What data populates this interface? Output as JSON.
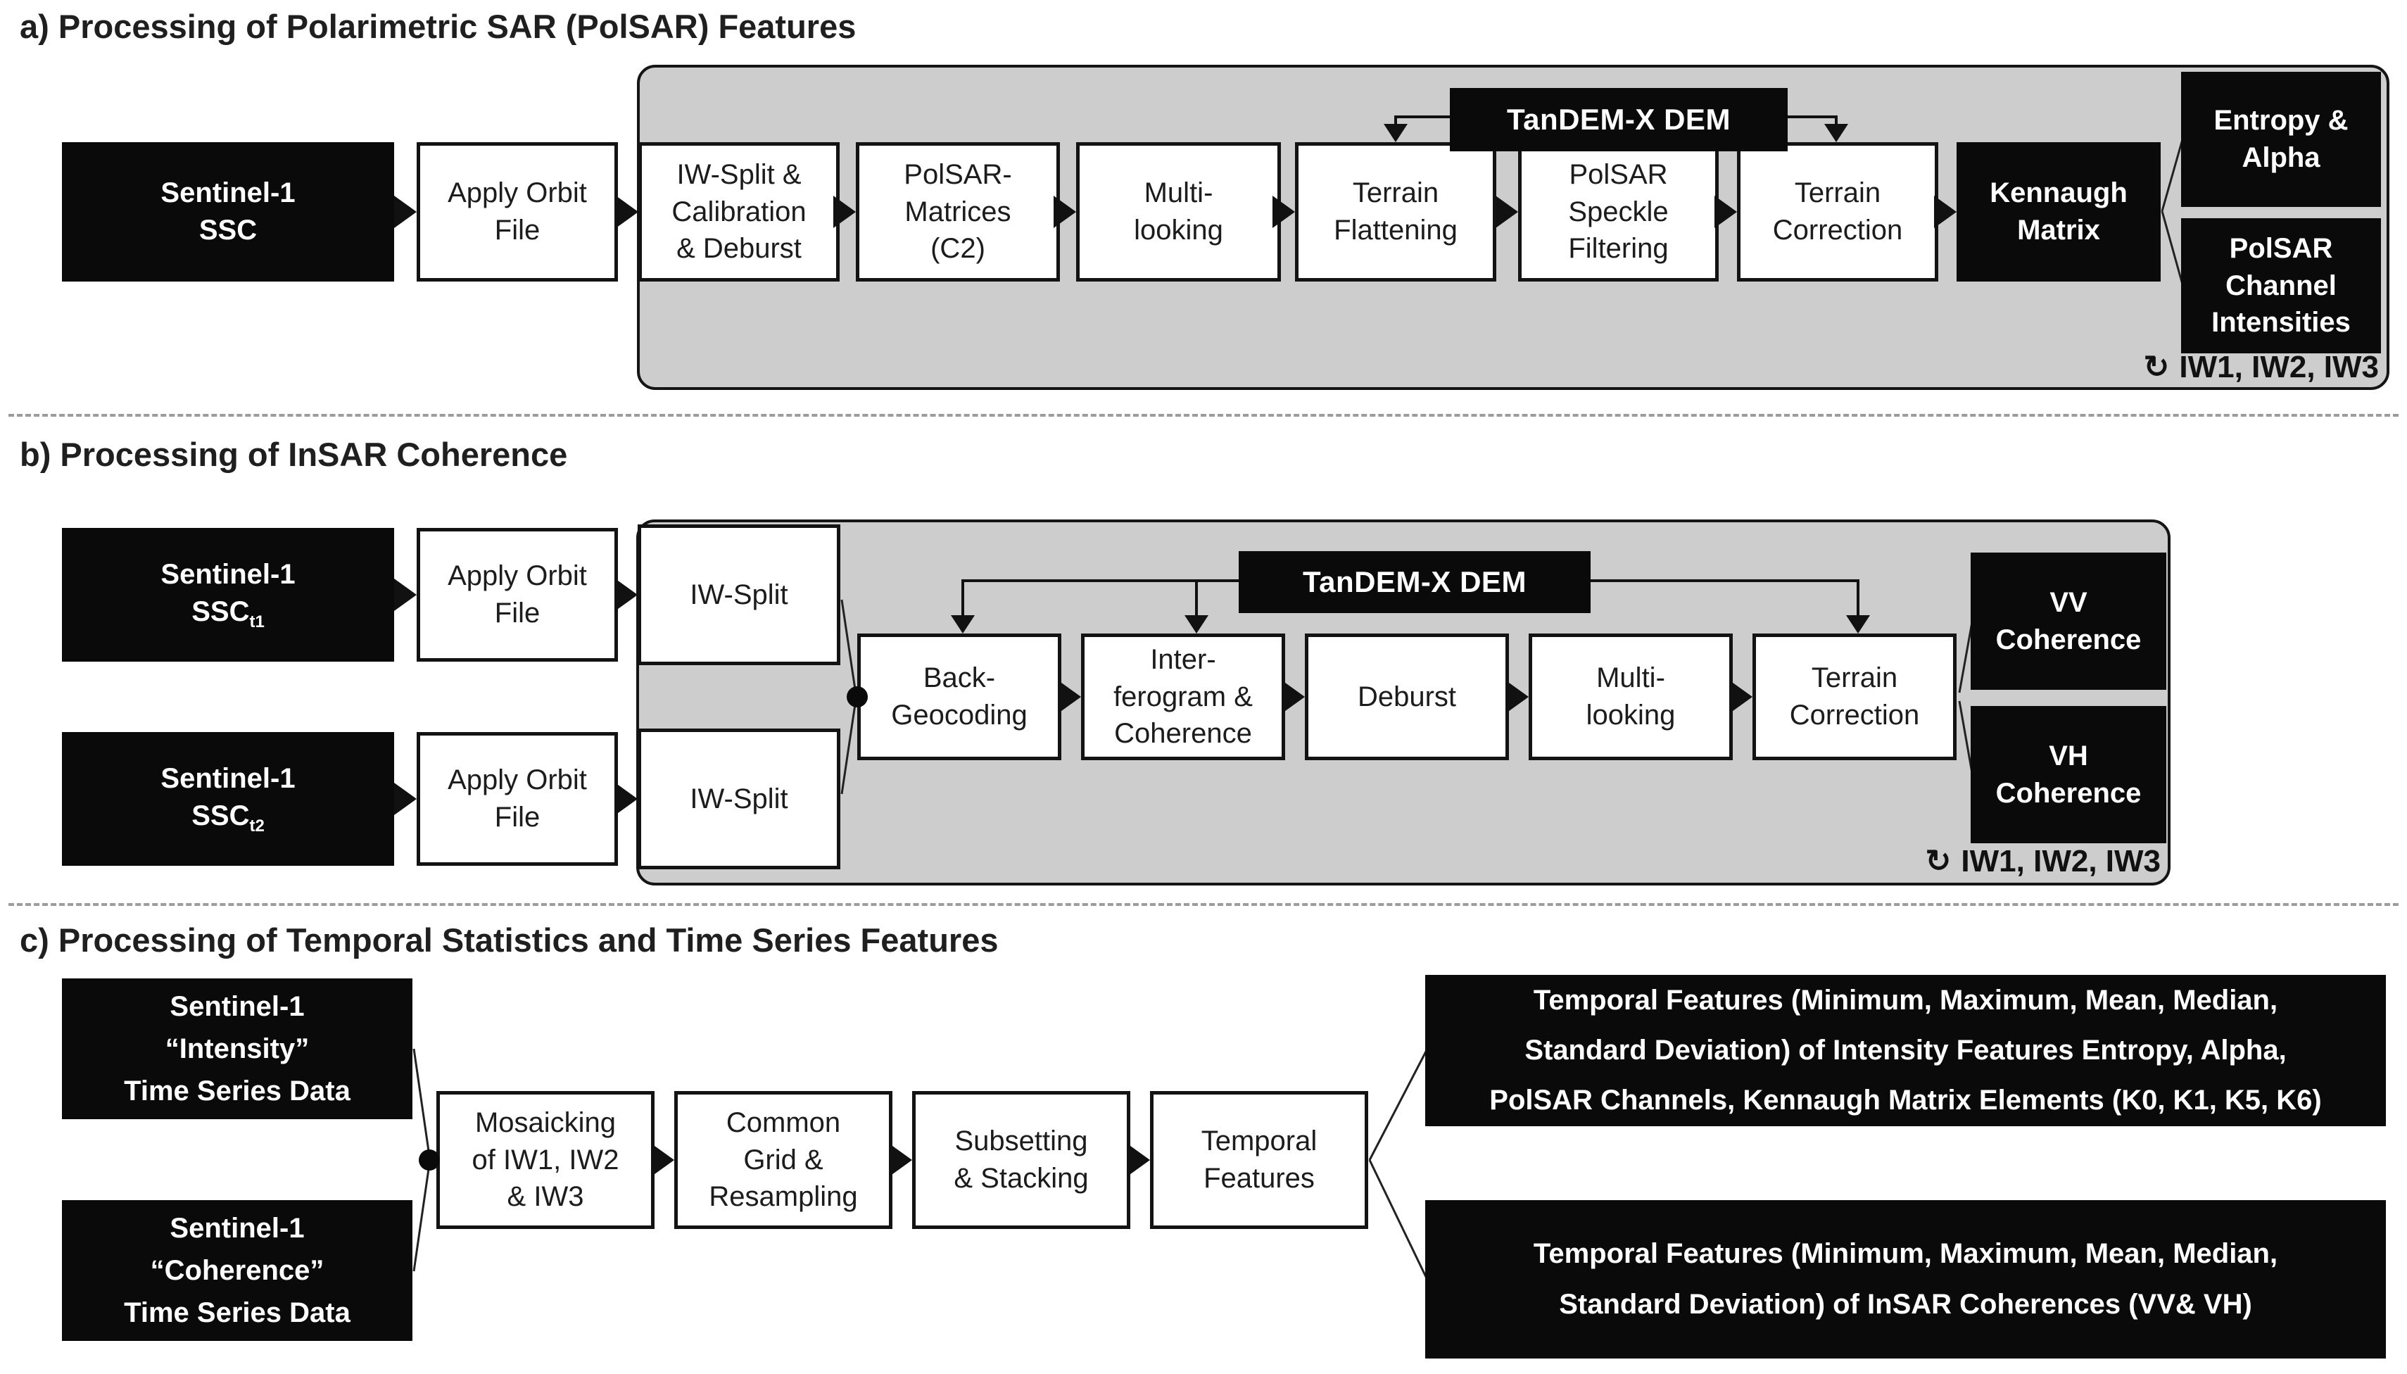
{
  "section_a": {
    "title": "a) Processing of Polarimetric SAR (PolSAR) Features",
    "tandem_dem": "TanDEM-X DEM",
    "loop": {
      "icon": "↻",
      "label": "IW1, IW2, IW3"
    },
    "input": {
      "lines": [
        "Sentinel-1",
        "SSC"
      ]
    },
    "steps": {
      "apply_orbit": [
        "Apply Orbit",
        "File"
      ],
      "iw_split_cal": [
        "IW-Split &",
        "Calibration",
        "& Deburst"
      ],
      "polsar_matrices": [
        "PolSAR-",
        "Matrices",
        "(C2)"
      ],
      "multilooking": [
        "Multi-",
        "looking"
      ],
      "terrain_flattening": [
        "Terrain",
        "Flattening"
      ],
      "speckle_filtering": [
        "PolSAR",
        "Speckle",
        "Filtering"
      ],
      "terrain_correction": [
        "Terrain",
        "Correction"
      ],
      "kennaugh": [
        "Kennaugh",
        "Matrix"
      ]
    },
    "outputs": {
      "entropy": [
        "Entropy &",
        "Alpha"
      ],
      "channels": [
        "PolSAR",
        "Channel",
        "Intensities"
      ]
    }
  },
  "section_b": {
    "title": "b) Processing of InSAR Coherence",
    "tandem_dem": "TanDEM-X DEM",
    "loop": {
      "icon": "↻",
      "label": "IW1, IW2, IW3"
    },
    "inputs": {
      "t1": {
        "l1": "Sentinel-1",
        "base": "SSC",
        "sub": "t1"
      },
      "t2": {
        "l1": "Sentinel-1",
        "base": "SSC",
        "sub": "t2"
      }
    },
    "apply_orbit": [
      "Apply Orbit",
      "File"
    ],
    "iw_split": "IW-Split",
    "steps": {
      "back_geocoding": [
        "Back-",
        "Geocoding"
      ],
      "interferogram": [
        "Inter-",
        "ferogram &",
        "Coherence"
      ],
      "deburst": [
        "Deburst"
      ],
      "multilooking": [
        "Multi-",
        "looking"
      ],
      "terrain_correction": [
        "Terrain",
        "Correction"
      ]
    },
    "outputs": {
      "vv": [
        "VV",
        "Coherence"
      ],
      "vh": [
        "VH",
        "Coherence"
      ]
    }
  },
  "section_c": {
    "title": "c) Processing of Temporal Statistics and Time Series Features",
    "inputs": {
      "intensity": [
        "Sentinel-1",
        "“Intensity”",
        "Time Series Data"
      ],
      "coherence": [
        "Sentinel-1",
        "“Coherence”",
        "Time Series Data"
      ]
    },
    "steps": {
      "mosaicking": [
        "Mosaicking",
        "of IW1, IW2",
        "& IW3"
      ],
      "common_grid": [
        "Common",
        "Grid &",
        "Resampling"
      ],
      "subsetting": [
        "Subsetting",
        "& Stacking"
      ],
      "temporal_features": [
        "Temporal",
        "Features"
      ]
    },
    "outputs": {
      "intensity_features": [
        "Temporal Features (Minimum, Maximum, Mean, Median,",
        "Standard Deviation) of Intensity Features Entropy, Alpha,",
        "PolSAR Channels, Kennaugh Matrix Elements (K0, K1, K5, K6)"
      ],
      "coherence_features": [
        "Temporal Features (Minimum, Maximum, Mean, Median,",
        "Standard Deviation) of InSAR Coherences (VV& VH)"
      ]
    }
  }
}
